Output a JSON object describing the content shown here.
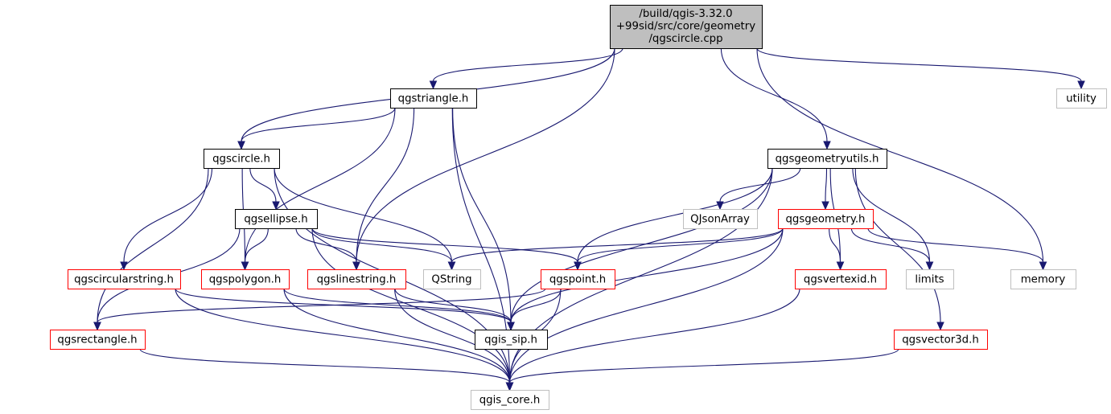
{
  "colors": {
    "edge": "#191970",
    "root_fill": "#bfbfbf",
    "border_root": "#000000",
    "border_documented": "#000000",
    "border_truncated": "#ff0000",
    "border_external": "#bfbfbf"
  },
  "nodes": {
    "root": {
      "lines": [
        "/build/qgis-3.32.0",
        "+99sid/src/core/geometry",
        "/qgscircle.cpp"
      ],
      "kind": "root"
    },
    "qgstriangle": {
      "label": "qgstriangle.h",
      "kind": "documented"
    },
    "utility": {
      "label": "utility",
      "kind": "external"
    },
    "qgscircle": {
      "label": "qgscircle.h",
      "kind": "documented"
    },
    "qgsgeometryutils": {
      "label": "qgsgeometryutils.h",
      "kind": "documented"
    },
    "qgsellipse": {
      "label": "qgsellipse.h",
      "kind": "documented"
    },
    "qjsonarray": {
      "label": "QJsonArray",
      "kind": "external"
    },
    "qgsgeometry": {
      "label": "qgsgeometry.h",
      "kind": "truncated"
    },
    "qgscircularstring": {
      "label": "qgscircularstring.h",
      "kind": "truncated"
    },
    "qgspolygon": {
      "label": "qgspolygon.h",
      "kind": "truncated"
    },
    "qgslinestring": {
      "label": "qgslinestring.h",
      "kind": "truncated"
    },
    "qstring": {
      "label": "QString",
      "kind": "external"
    },
    "qgspoint": {
      "label": "qgspoint.h",
      "kind": "truncated"
    },
    "qgsvertexid": {
      "label": "qgsvertexid.h",
      "kind": "truncated"
    },
    "limits": {
      "label": "limits",
      "kind": "external"
    },
    "memory": {
      "label": "memory",
      "kind": "external"
    },
    "qgsrectangle": {
      "label": "qgsrectangle.h",
      "kind": "truncated"
    },
    "qgis_sip": {
      "label": "qgis_sip.h",
      "kind": "documented"
    },
    "qgsvector3d": {
      "label": "qgsvector3d.h",
      "kind": "truncated"
    },
    "qgis_core": {
      "label": "qgis_core.h",
      "kind": "external"
    }
  },
  "edges": [
    [
      "root",
      "qgstriangle"
    ],
    [
      "root",
      "qgscircle"
    ],
    [
      "root",
      "utility"
    ],
    [
      "root",
      "qgsgeometryutils"
    ],
    [
      "root",
      "qgslinestring"
    ],
    [
      "root",
      "memory"
    ],
    [
      "qgstriangle",
      "qgscircle"
    ],
    [
      "qgstriangle",
      "qgspolygon"
    ],
    [
      "qgstriangle",
      "qgslinestring"
    ],
    [
      "qgstriangle",
      "qgis_sip"
    ],
    [
      "qgstriangle",
      "qgis_core"
    ],
    [
      "qgscircle",
      "qgsellipse"
    ],
    [
      "qgscircle",
      "qgscircularstring"
    ],
    [
      "qgscircle",
      "qgspolygon"
    ],
    [
      "qgscircle",
      "qstring"
    ],
    [
      "qgscircle",
      "qgsrectangle"
    ],
    [
      "qgscircle",
      "qgis_core"
    ],
    [
      "qgsellipse",
      "qgspolygon"
    ],
    [
      "qgsellipse",
      "qgslinestring"
    ],
    [
      "qgsellipse",
      "qstring"
    ],
    [
      "qgsellipse",
      "qgspoint"
    ],
    [
      "qgsellipse",
      "qgsrectangle"
    ],
    [
      "qgsellipse",
      "qgis_core"
    ],
    [
      "qgsgeometryutils",
      "qjsonarray"
    ],
    [
      "qgsgeometryutils",
      "qgsgeometry"
    ],
    [
      "qgsgeometryutils",
      "qgspoint"
    ],
    [
      "qgsgeometryutils",
      "qgis_sip"
    ],
    [
      "qgsgeometryutils",
      "qgsvertexid"
    ],
    [
      "qgsgeometryutils",
      "limits"
    ],
    [
      "qgsgeometryutils",
      "qgsvector3d"
    ],
    [
      "qgsgeometryutils",
      "qgis_core"
    ],
    [
      "qgsgeometry",
      "qstring"
    ],
    [
      "qgsgeometry",
      "qgspoint"
    ],
    [
      "qgsgeometry",
      "qgsvertexid"
    ],
    [
      "qgsgeometry",
      "limits"
    ],
    [
      "qgsgeometry",
      "memory"
    ],
    [
      "qgsgeometry",
      "qgis_sip"
    ],
    [
      "qgsgeometry",
      "qgis_core"
    ],
    [
      "qgscircularstring",
      "qgis_sip"
    ],
    [
      "qgscircularstring",
      "qgis_core"
    ],
    [
      "qgspolygon",
      "qgis_sip"
    ],
    [
      "qgspolygon",
      "qgis_core"
    ],
    [
      "qgslinestring",
      "qgis_sip"
    ],
    [
      "qgslinestring",
      "qgis_core"
    ],
    [
      "qgspoint",
      "qgis_sip"
    ],
    [
      "qgspoint",
      "qgsrectangle"
    ],
    [
      "qgspoint",
      "qgis_core"
    ],
    [
      "qgsvertexid",
      "qgis_core"
    ],
    [
      "qgsrectangle",
      "qgis_core"
    ],
    [
      "qgsvector3d",
      "qgis_core"
    ]
  ]
}
